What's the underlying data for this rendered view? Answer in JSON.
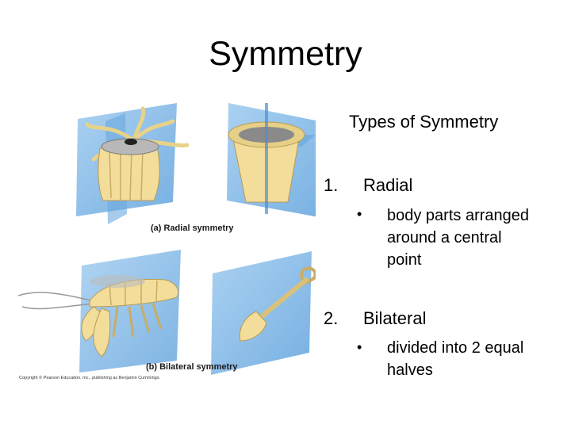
{
  "slide": {
    "title": "Symmetry"
  },
  "figure": {
    "caption_a": "(a) Radial symmetry",
    "caption_b": "(b) Bilateral symmetry",
    "copyright": "Copyright © Pearson Education, Inc., publishing as Benjamin Cummings.",
    "plane_color": "#7fb7e6",
    "body_color": "#f2dd9a"
  },
  "content": {
    "heading": "Types of Symmetry",
    "items": [
      {
        "number": "1.",
        "label": "Radial",
        "bullet": "•",
        "sub_lines": [
          "body parts arranged",
          "around a central",
          "point"
        ]
      },
      {
        "number": "2.",
        "label": "Bilateral",
        "bullet": "•",
        "sub_lines": [
          "divided into 2 equal",
          "halves"
        ]
      }
    ]
  }
}
